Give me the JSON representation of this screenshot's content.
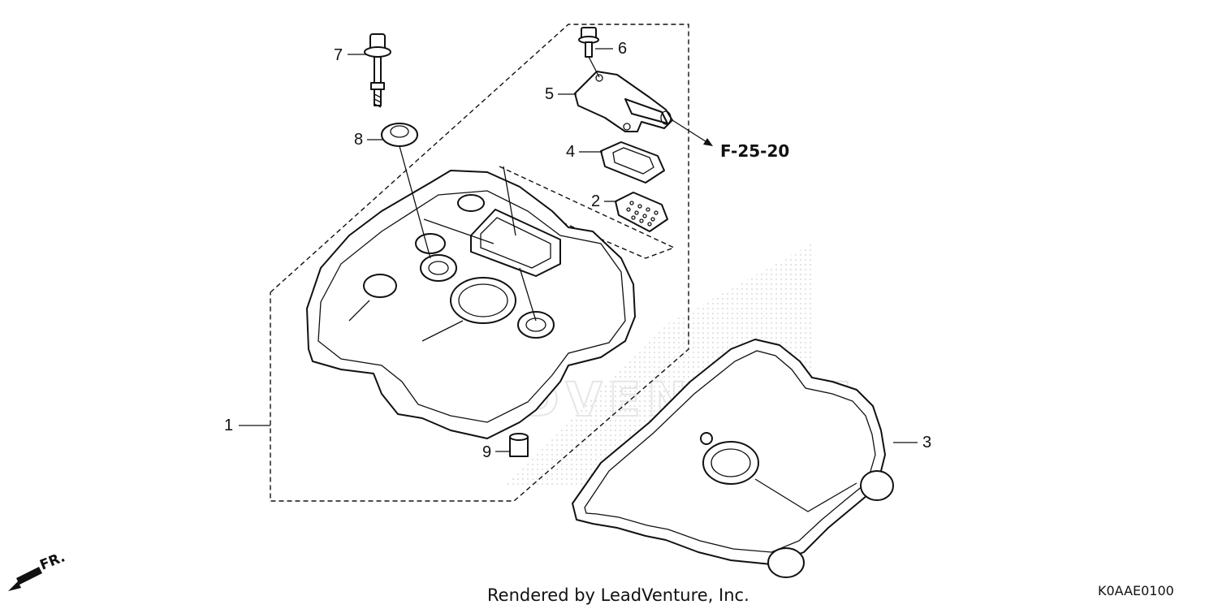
{
  "diagram": {
    "callouts": [
      {
        "id": "1",
        "label": "1",
        "part": "cylinder-head-cover"
      },
      {
        "id": "2",
        "label": "2",
        "part": "breather-plate"
      },
      {
        "id": "3",
        "label": "3",
        "part": "head-cover-gasket"
      },
      {
        "id": "4",
        "label": "4",
        "part": "breather-cover-gasket"
      },
      {
        "id": "5",
        "label": "5",
        "part": "breather-cover"
      },
      {
        "id": "6",
        "label": "6",
        "part": "flange-bolt"
      },
      {
        "id": "7",
        "label": "7",
        "part": "special-bolt"
      },
      {
        "id": "8",
        "label": "8",
        "part": "rubber-seal-washer"
      },
      {
        "id": "9",
        "label": "9",
        "part": "dowel-pin"
      }
    ],
    "reference": "F-25-20",
    "front_marker": "FR.",
    "watermark": "LEADVENTURE",
    "credit": "Rendered by LeadVenture, Inc.",
    "diagram_code": "K0AAE0100"
  }
}
